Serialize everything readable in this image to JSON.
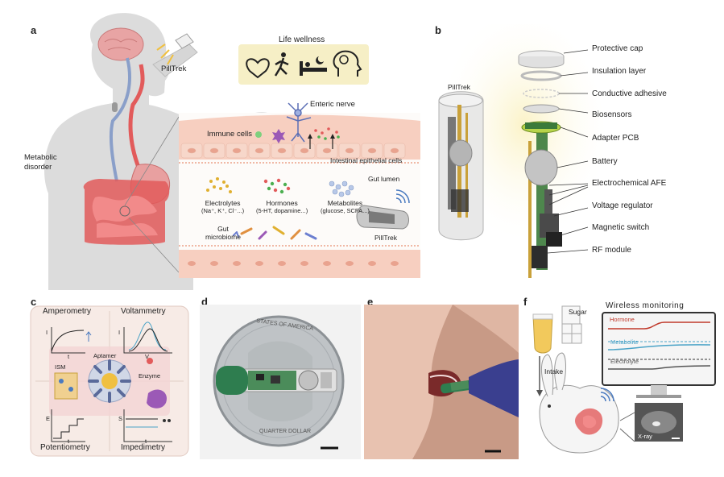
{
  "panel_letters": [
    "a",
    "b",
    "c",
    "d",
    "e",
    "f"
  ],
  "panel_a": {
    "pilltrek_label": "PillTrek",
    "life_wellness_title": "Life wellness",
    "metabolic_disorder": [
      "Metabolic",
      "disorder"
    ],
    "enteric_nerve": "Enteric nerve",
    "immune_cells": "Immune cells",
    "intestinal_cells": "Intestinal epithelial cells",
    "gut_lumen": "Gut lumen",
    "electrolytes": [
      "Electrolytes",
      "(Na⁺, K⁺, Cl⁻...)"
    ],
    "hormones": [
      "Hormones",
      "(5-HT, dopamine...)"
    ],
    "metabolites": [
      "Metabolites",
      "(glucose, SCFA...)"
    ],
    "gut_microbiome": [
      "Gut",
      "microbiome"
    ],
    "pilltrek_in_gut": "PillTrek"
  },
  "panel_b": {
    "pilltrek_label": "PillTrek",
    "components": [
      "Protective cap",
      "Insulation layer",
      "Conductive adhesive",
      "Biosensors",
      "Adapter PCB",
      "Battery",
      "Electrochemical AFE",
      "Voltage regulator",
      "Magnetic switch",
      "RF module"
    ]
  },
  "panel_c": {
    "amperometry": "Amperometry",
    "voltammetry": "Voltammetry",
    "potentiometry": "Potentiometry",
    "impedimetry": "Impedimetry",
    "aptamer": "Aptamer",
    "ism": "ISM",
    "enzyme": "Enzyme",
    "axis_i": "I",
    "axis_t": "t",
    "axis_v": "V",
    "axis_e": "E",
    "axis_s": "S"
  },
  "panel_d": {
    "coin_top": "STATES OF AMERICA",
    "coin_bottom": "QUARTER DOLLAR"
  },
  "panel_f": {
    "sugar": "Sugar",
    "intake": "Intake",
    "wireless_monitoring": "Wireless monitoring",
    "hormone": "Hormone",
    "metabolite": "Metabolite",
    "electrolyte": "Electrolyte",
    "xray": "X-ray"
  },
  "colors": {
    "panel_bg": "#f4ece6",
    "brain": "#e8a4a4",
    "intestine": "#e25b5b",
    "silhouette": "#dcdcdc",
    "cells": "#f7cfc0",
    "wellness_box": "#f6efc6",
    "gold": "#c9a13a",
    "pcb_green": "#3b7a3a",
    "hormone_line": "#c0392b",
    "metabolite_line": "#4aa3c7",
    "electrolyte_line": "#555555"
  }
}
